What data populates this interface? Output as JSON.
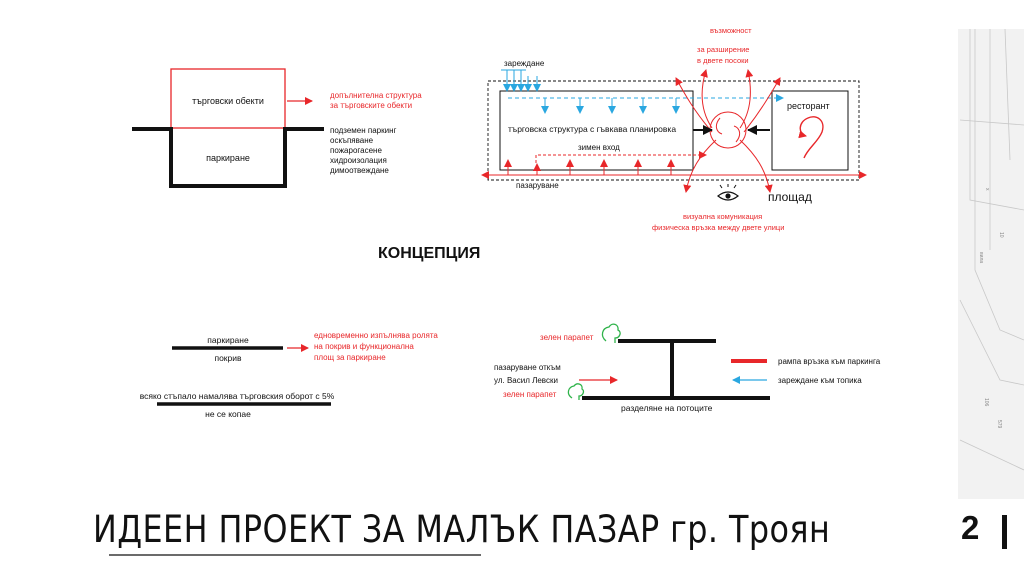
{
  "colors": {
    "black": "#111111",
    "red": "#e8272a",
    "blue": "#2aa7e0",
    "gray": "#9a9a9a"
  },
  "heading": "КОНЦЕПЦИЯ",
  "section1": {
    "box_top": "търговски обекти",
    "box_bottom": "паркиране",
    "note_red_1": "допълнителна структура",
    "note_red_2": "за търговските обекти",
    "note_black_1": "подземен паркинг",
    "note_black_2": "оскъпяване",
    "note_black_3": "пожарогасене",
    "note_black_4": "хидроизолация",
    "note_black_5": "димоотвеждане"
  },
  "section2": {
    "loading": "зареждане",
    "main_label": "търговска структура с гъвкава планировка",
    "winter_entry": "зимен вход",
    "shopping": "пазаруване",
    "restaurant": "ресторант",
    "square": "площад",
    "expand_1": "възможност",
    "expand_2": "за разширение",
    "expand_3": "в двете посоки",
    "visual_1": "визуална комуникация",
    "visual_2": "физическа връзка между двете улици"
  },
  "section3": {
    "parking": "паркиране",
    "roof": "покрив",
    "red_1": "едновременно изпълнява ролята",
    "red_2": "на покрив и функционална",
    "red_3": "площ за паркиране",
    "step_note": "всяко стъпало намалява търговския оборот с 5%",
    "no_dig": "не се копае"
  },
  "section4": {
    "green_parapet_top": "зелен парапет",
    "shopping_from_1": "пазаруване откъм",
    "shopping_from_2": "ул. Васил Левски",
    "green_parapet_bottom": "зелен парапет",
    "flow_split": "разделяне на потоците",
    "ramp": "рампа връзка към паркинга",
    "loading_topika": "зареждане към топика"
  },
  "map_labels": {
    "a": "х",
    "b": "10",
    "c": "вила",
    "d": "106",
    "e": "579"
  },
  "footer": {
    "title": "ИДЕЕН ПРОЕКТ ЗА МАЛЪК ПАЗАР гр. Троян",
    "page": "2"
  }
}
